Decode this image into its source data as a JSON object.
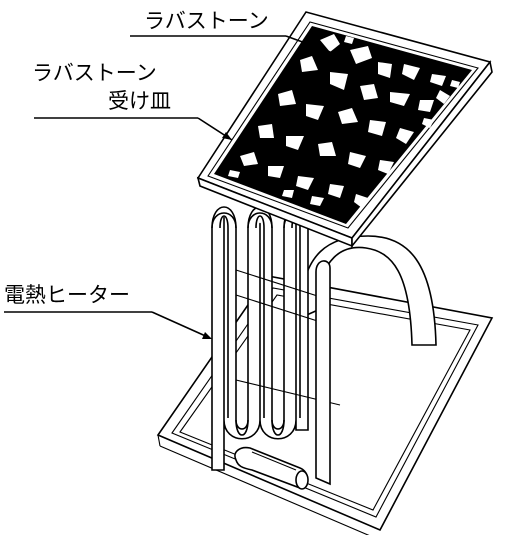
{
  "labels": {
    "lava_stone": "ラバストーン",
    "tray_line1": "ラバストーン",
    "tray_line2": "受け皿",
    "heater": "電熱ヒーター"
  }
}
